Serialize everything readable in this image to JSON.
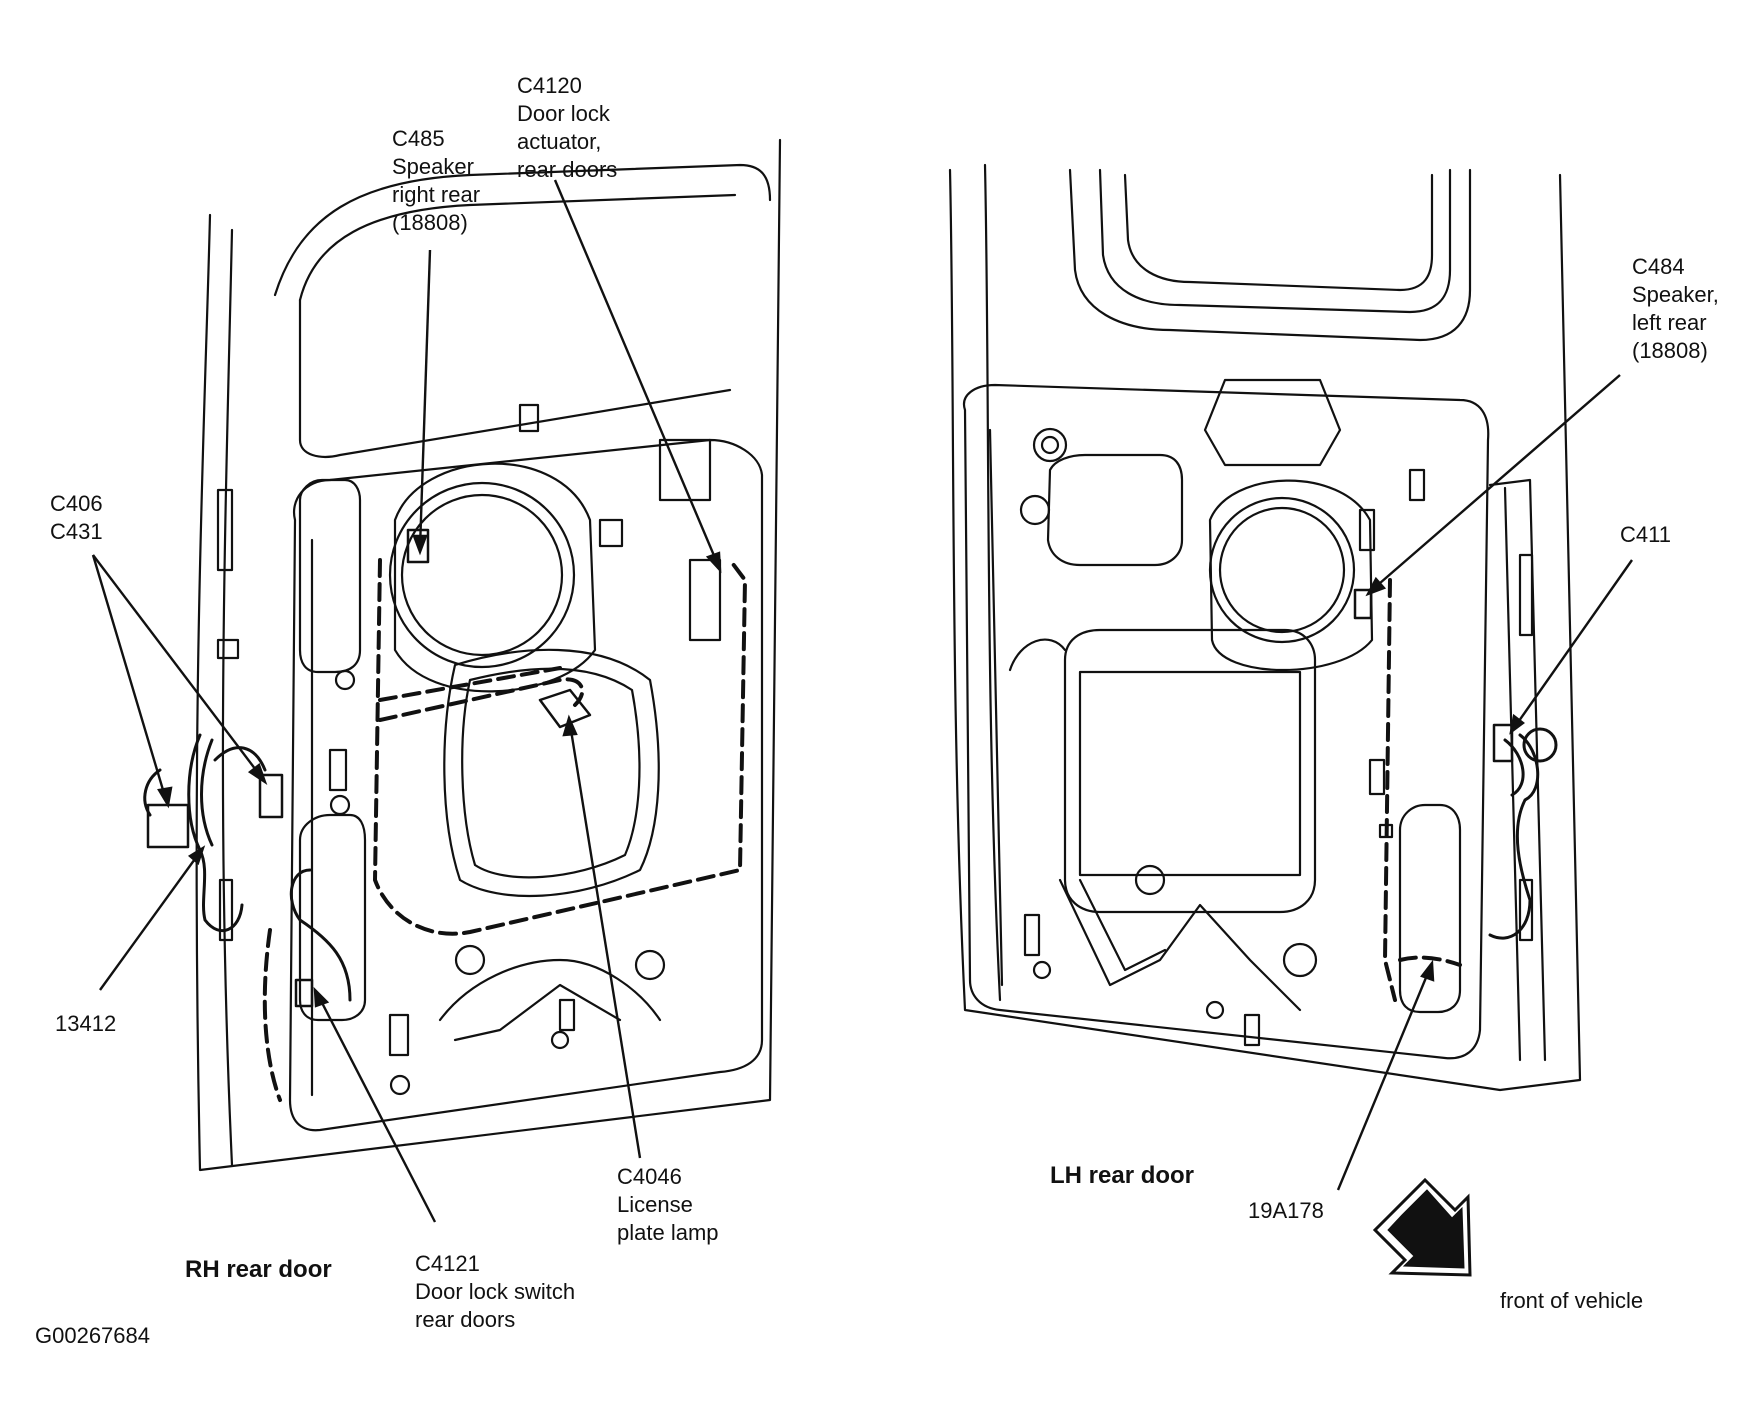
{
  "colors": {
    "line": "#111111",
    "paper": "#ffffff"
  },
  "doors": {
    "rh": {
      "caption": "RH rear door"
    },
    "lh": {
      "caption": "LH rear door"
    }
  },
  "callouts": {
    "c485": {
      "lines": [
        "C485",
        "Speaker",
        "right rear",
        "(18808)"
      ]
    },
    "c4120": {
      "lines": [
        "C4120",
        "Door lock",
        "actuator,",
        "rear doors"
      ]
    },
    "c406": {
      "lines": [
        "C406",
        "C431"
      ]
    },
    "n13412": {
      "lines": [
        "13412"
      ]
    },
    "c4121": {
      "lines": [
        "C4121",
        "Door lock switch",
        "rear doors"
      ]
    },
    "c4046": {
      "lines": [
        "C4046",
        "License",
        "plate lamp"
      ]
    },
    "c484": {
      "lines": [
        "C484",
        "Speaker,",
        "left rear",
        "(18808)"
      ]
    },
    "c411": {
      "lines": [
        "C411"
      ]
    },
    "n19a178": {
      "lines": [
        "19A178"
      ]
    }
  },
  "direction": {
    "label": "front of vehicle",
    "icon": "direction-arrow-icon"
  },
  "figure_id": "G00267684"
}
